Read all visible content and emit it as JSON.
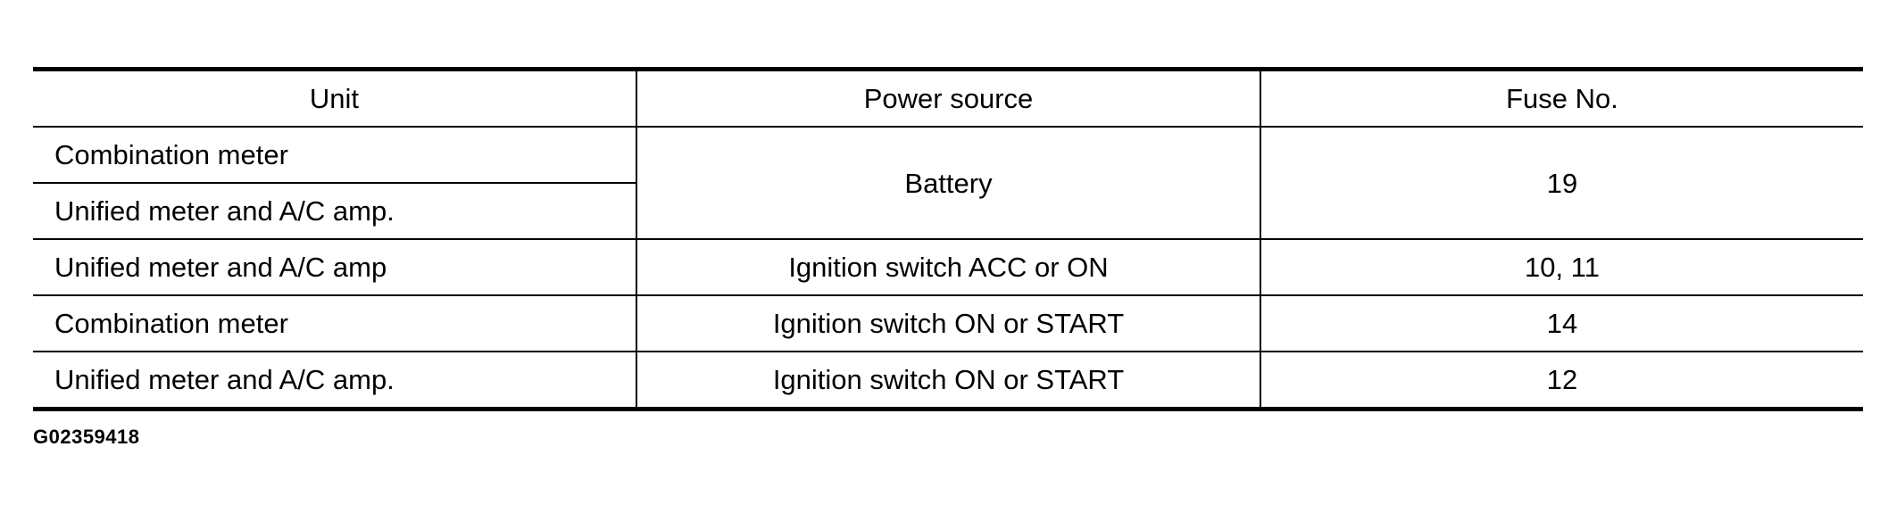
{
  "table": {
    "headers": [
      "Unit",
      "Power source",
      "Fuse No."
    ],
    "rows": [
      {
        "unit": "Combination meter",
        "power_source": "Battery",
        "fuse": "19"
      },
      {
        "unit": "Unified meter and A/C amp.",
        "power_source": "Battery",
        "fuse": "19"
      },
      {
        "unit": "Unified meter and A/C amp",
        "power_source": "Ignition switch ACC or ON",
        "fuse": "10, 11"
      },
      {
        "unit": "Combination meter",
        "power_source": "Ignition switch ON or START",
        "fuse": "14"
      },
      {
        "unit": "Unified meter and A/C amp.",
        "power_source": "Ignition switch ON or START",
        "fuse": "12"
      }
    ]
  },
  "figure_code": "G02359418"
}
